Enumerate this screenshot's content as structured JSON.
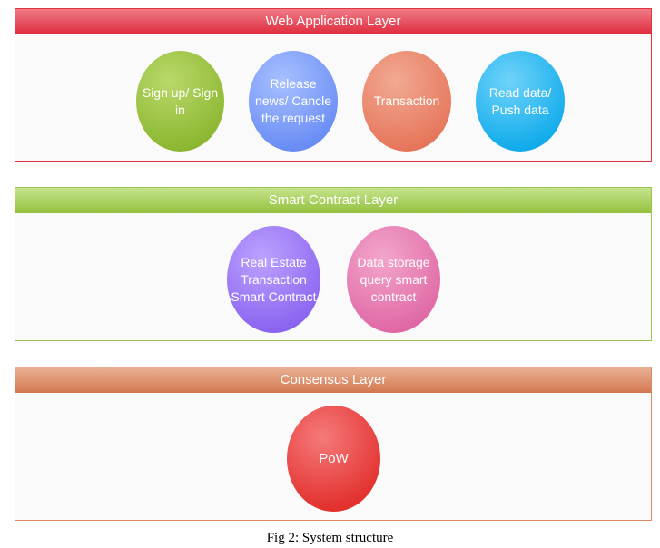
{
  "layers": {
    "web": {
      "title": "Web Application Layer",
      "nodes": [
        "Sign up/ Sign in",
        "Release news/ Cancle the request",
        "Transaction",
        "Read data/ Push data"
      ]
    },
    "smart": {
      "title": "Smart Contract Layer",
      "nodes": [
        "Real Estate Transaction Smart Contract",
        "Data storage query smart contract"
      ]
    },
    "consensus": {
      "title": "Consensus Layer",
      "nodes": [
        "PoW"
      ]
    }
  },
  "caption": "Fig 2: System structure",
  "colors": {
    "web_header": "#de2c3d",
    "smart_header": "#93c13d",
    "consensus_header": "#d2784f",
    "node_green": "#8db832",
    "node_blue": "#6b8ef5",
    "node_salmon": "#e6775c",
    "node_cyan": "#13acec",
    "node_purple": "#8c66f0",
    "node_pink": "#e06aa6",
    "node_red": "#e3322f"
  }
}
